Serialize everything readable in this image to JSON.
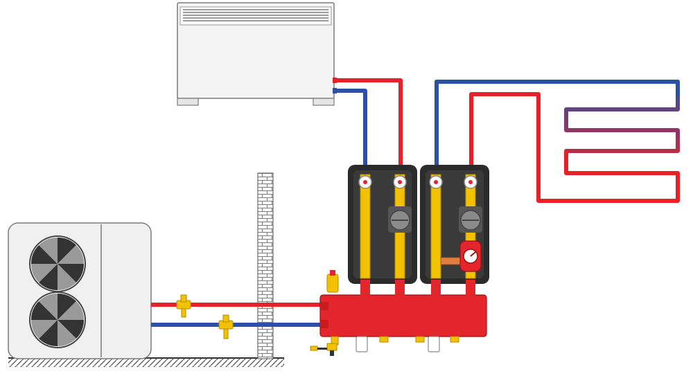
{
  "diagram": {
    "components": [
      {
        "id": "fan-coil",
        "kind": "indoor-unit"
      },
      {
        "id": "heat-pump",
        "kind": "outdoor-unit",
        "fans": 2
      },
      {
        "id": "wall",
        "kind": "brick-wall"
      },
      {
        "id": "hydraulic-manifold",
        "kind": "distribution-manifold"
      },
      {
        "id": "direct-circuit-module",
        "kind": "pump-group",
        "circuit": "fan-coil"
      },
      {
        "id": "mixed-circuit-module",
        "kind": "pump-group-with-mixing-valve",
        "circuit": "underfloor-heating"
      },
      {
        "id": "underfloor-coil",
        "kind": "radiant-loop"
      }
    ],
    "connections": [
      {
        "from": "heat-pump",
        "to": "hydraulic-manifold",
        "line": "supply"
      },
      {
        "from": "hydraulic-manifold",
        "to": "heat-pump",
        "line": "return"
      },
      {
        "from": "direct-circuit-module",
        "to": "fan-coil",
        "line": "supply"
      },
      {
        "from": "fan-coil",
        "to": "direct-circuit-module",
        "line": "return"
      },
      {
        "from": "mixed-circuit-module",
        "to": "underfloor-coil",
        "line": "supply"
      },
      {
        "from": "underfloor-coil",
        "to": "mixed-circuit-module",
        "line": "return"
      }
    ],
    "colors": {
      "supply": "#e8202a",
      "return": "#2b50a6",
      "brass": "#f2c200",
      "manifold": "#e3262b",
      "insulation": "#2b2b2b",
      "unit_body": "#f0f0f0",
      "outline": "#7a7a7a",
      "brick": "#8a8a8a"
    }
  }
}
